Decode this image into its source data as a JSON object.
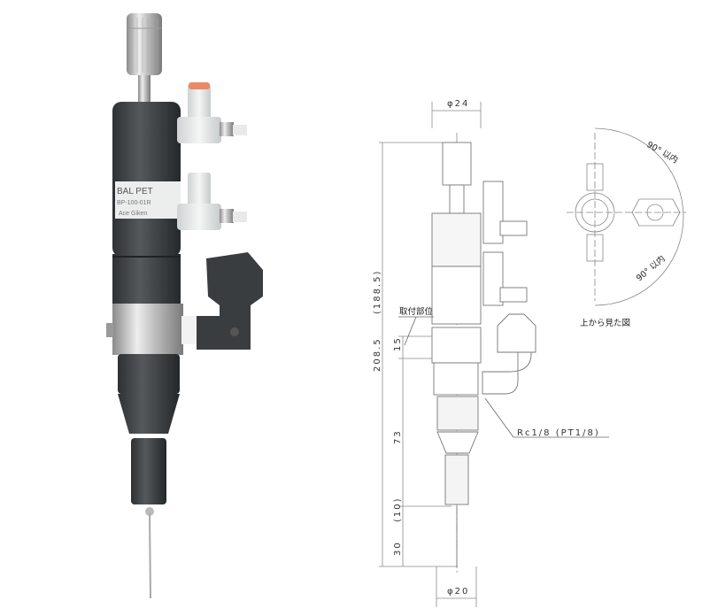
{
  "photo": {
    "label_line1": "BAL PET",
    "label_line2": "BP-100-01R",
    "label_line3": "Ace Giken"
  },
  "drawing": {
    "dims": {
      "top_diameter": "φ24",
      "bottom_diameter": "φ20",
      "total_length": "208.5",
      "body_length": "(188.5)",
      "mount_length": "15",
      "lower_length": "73",
      "tip_ref": "(10)",
      "needle_length": "30"
    },
    "labels": {
      "mount_position": "取付部位",
      "thread": "Rc1/8 (PT1/8)",
      "top_view": "上から見た図",
      "angle_upper": "90° 以内",
      "angle_lower": "90° 以内"
    }
  }
}
